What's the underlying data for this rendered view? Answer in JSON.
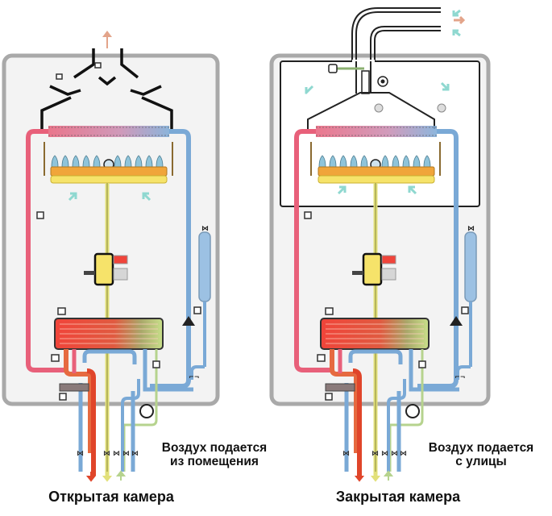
{
  "diagrams": [
    {
      "id": "open",
      "caption": "Открытая камера",
      "air_note_line1": "Воздух подается",
      "air_note_line2": "из помещения"
    },
    {
      "id": "closed",
      "caption": "Закрытая камера",
      "air_note_line1": "Воздух подается",
      "air_note_line2": "с улицы"
    }
  ],
  "colors": {
    "hot_pipe": "#e8607a",
    "cold_pipe": "#7aa9d6",
    "gas_pipe": "#e2e07a",
    "return_pipe": "#b6d38e",
    "burner_orange": "#f0a53a",
    "burner_yellow": "#f6e36a",
    "casing": "#a9a9a9",
    "casing_fill": "#f3f3f3",
    "air_arrow": "#8fd8d0",
    "exhaust_arrow": "#e3a48a"
  }
}
